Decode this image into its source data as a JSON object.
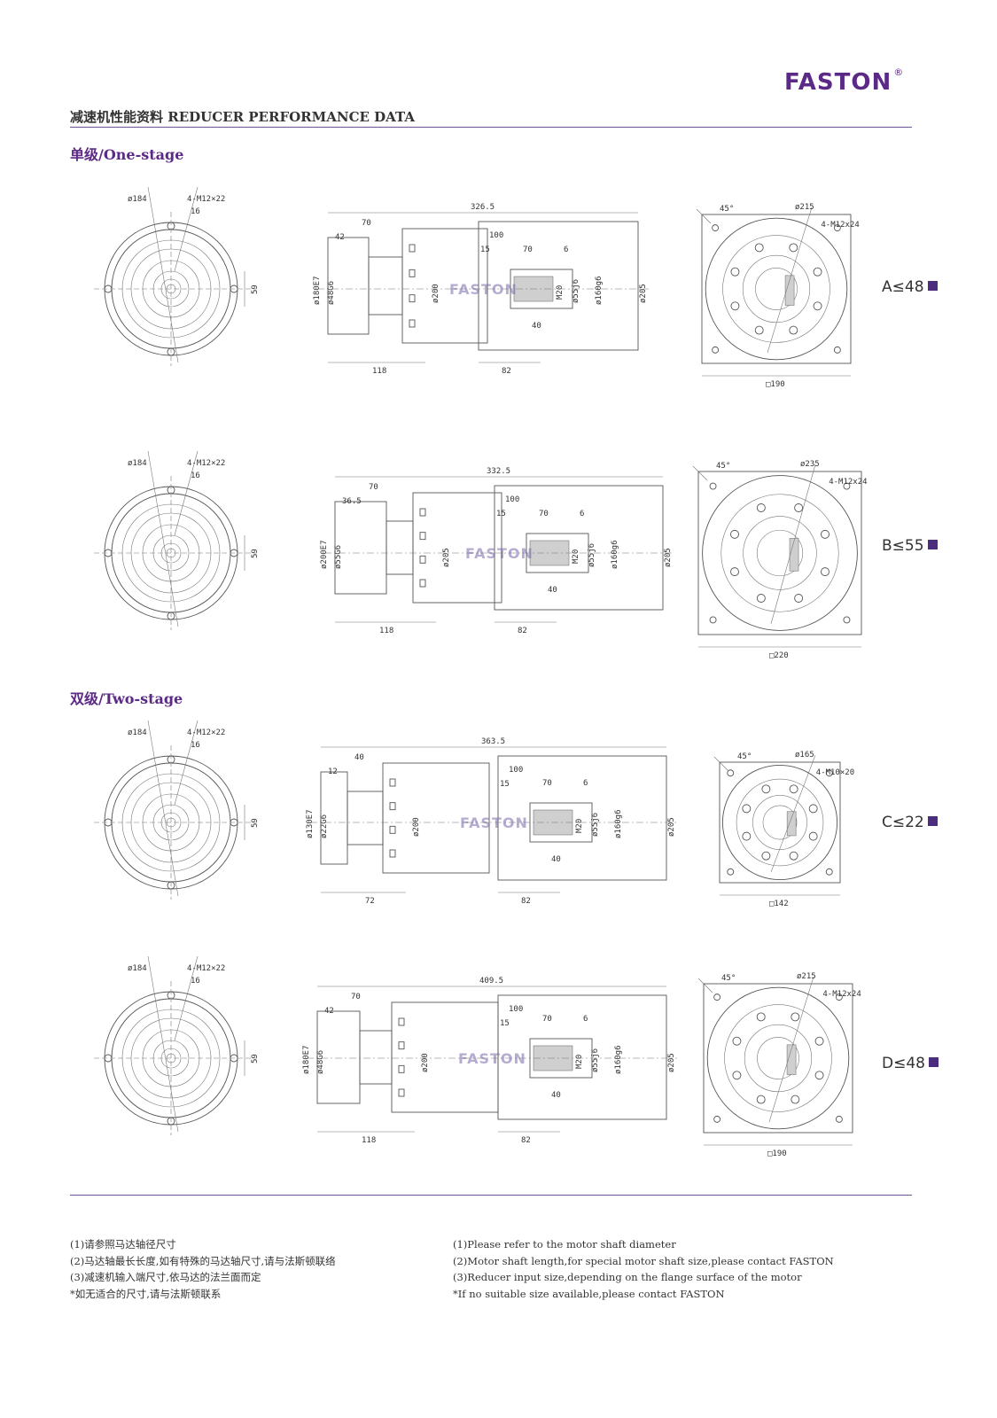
{
  "brand": {
    "logo": "FASTON",
    "reg": "®"
  },
  "header": {
    "title": "减速机性能资料 REDUCER PERFORMANCE DATA"
  },
  "sections": {
    "one_stage": "单级/One-stage",
    "two_stage": "双级/Two-stage"
  },
  "watermark": "FASTON",
  "rows": [
    {
      "variant": "A≤48",
      "front": {
        "dia": "ø184",
        "bolt": "4-M12×22",
        "d16": "16",
        "d59": "59"
      },
      "side": {
        "total": "326.5",
        "d70": "70",
        "d42": "42",
        "d100": "100",
        "d15": "15",
        "d70b": "70",
        "d6": "6",
        "dia1": "ø180E7",
        "dia2": "ø48G6",
        "dia3": "ø200",
        "m": "M20",
        "dia4": "ø55j6",
        "dia5": "ø160g6",
        "dia6": "ø205",
        "d40": "40",
        "d118": "118",
        "d82": "82"
      },
      "end": {
        "angle": "45°",
        "dia": "ø215",
        "bolt": "4-M12x24",
        "square": "□190"
      }
    },
    {
      "variant": "B≤55",
      "front": {
        "dia": "ø184",
        "bolt": "4-M12×22",
        "d16": "16",
        "d59": "59"
      },
      "side": {
        "total": "332.5",
        "d70": "70",
        "d42": "36.5",
        "d100": "100",
        "d15": "15",
        "d70b": "70",
        "d6": "6",
        "dia1": "ø200E7",
        "dia2": "ø55G6",
        "dia3": "ø205",
        "m": "M20",
        "dia4": "ø55j6",
        "dia5": "ø160g6",
        "dia6": "ø205",
        "d40": "40",
        "d118": "118",
        "d82": "82"
      },
      "end": {
        "angle": "45°",
        "dia": "ø235",
        "bolt": "4-M12x24",
        "square": "□220"
      }
    },
    {
      "variant": "C≤22",
      "front": {
        "dia": "ø184",
        "bolt": "4-M12×22",
        "d16": "16",
        "d59": "59"
      },
      "side": {
        "total": "363.5",
        "d70": "40",
        "d42": "12",
        "d100": "100",
        "d15": "15",
        "d70b": "70",
        "d6": "6",
        "dia1": "ø130E7",
        "dia2": "ø22G6",
        "dia3": "ø200",
        "m": "M20",
        "dia4": "ø55j6",
        "dia5": "ø160g6",
        "dia6": "ø205",
        "d40": "40",
        "d118": "72",
        "d82": "82"
      },
      "end": {
        "angle": "45°",
        "dia": "ø165",
        "bolt": "4-M10×20",
        "square": "□142"
      }
    },
    {
      "variant": "D≤48",
      "front": {
        "dia": "ø184",
        "bolt": "4-M12×22",
        "d16": "16",
        "d59": "59"
      },
      "side": {
        "total": "409.5",
        "d70": "70",
        "d42": "42",
        "d100": "100",
        "d15": "15",
        "d70b": "70",
        "d6": "6",
        "dia1": "ø180E7",
        "dia2": "ø48G6",
        "dia3": "ø200",
        "m": "M20",
        "dia4": "ø55j6",
        "dia5": "ø160g6",
        "dia6": "ø205",
        "d40": "40",
        "d118": "118",
        "d82": "82"
      },
      "end": {
        "angle": "45°",
        "dia": "ø215",
        "bolt": "4-M12x24",
        "square": "□190"
      }
    }
  ],
  "notes_cn": [
    "(1)请参照马达轴径尺寸",
    "(2)马达轴最长长度,如有特殊的马达轴尺寸,请与法斯顿联络",
    "(3)减速机输入端尺寸,依马达的法兰面而定",
    "*如无适合的尺寸,请与法斯顿联系"
  ],
  "notes_en": [
    "(1)Please refer to the motor shaft diameter",
    "(2)Motor shaft length,for special motor shaft size,please contact FASTON",
    "(3)Reducer input size,depending on the flange surface of the motor",
    "*If no suitable size available,please contact FASTON"
  ]
}
